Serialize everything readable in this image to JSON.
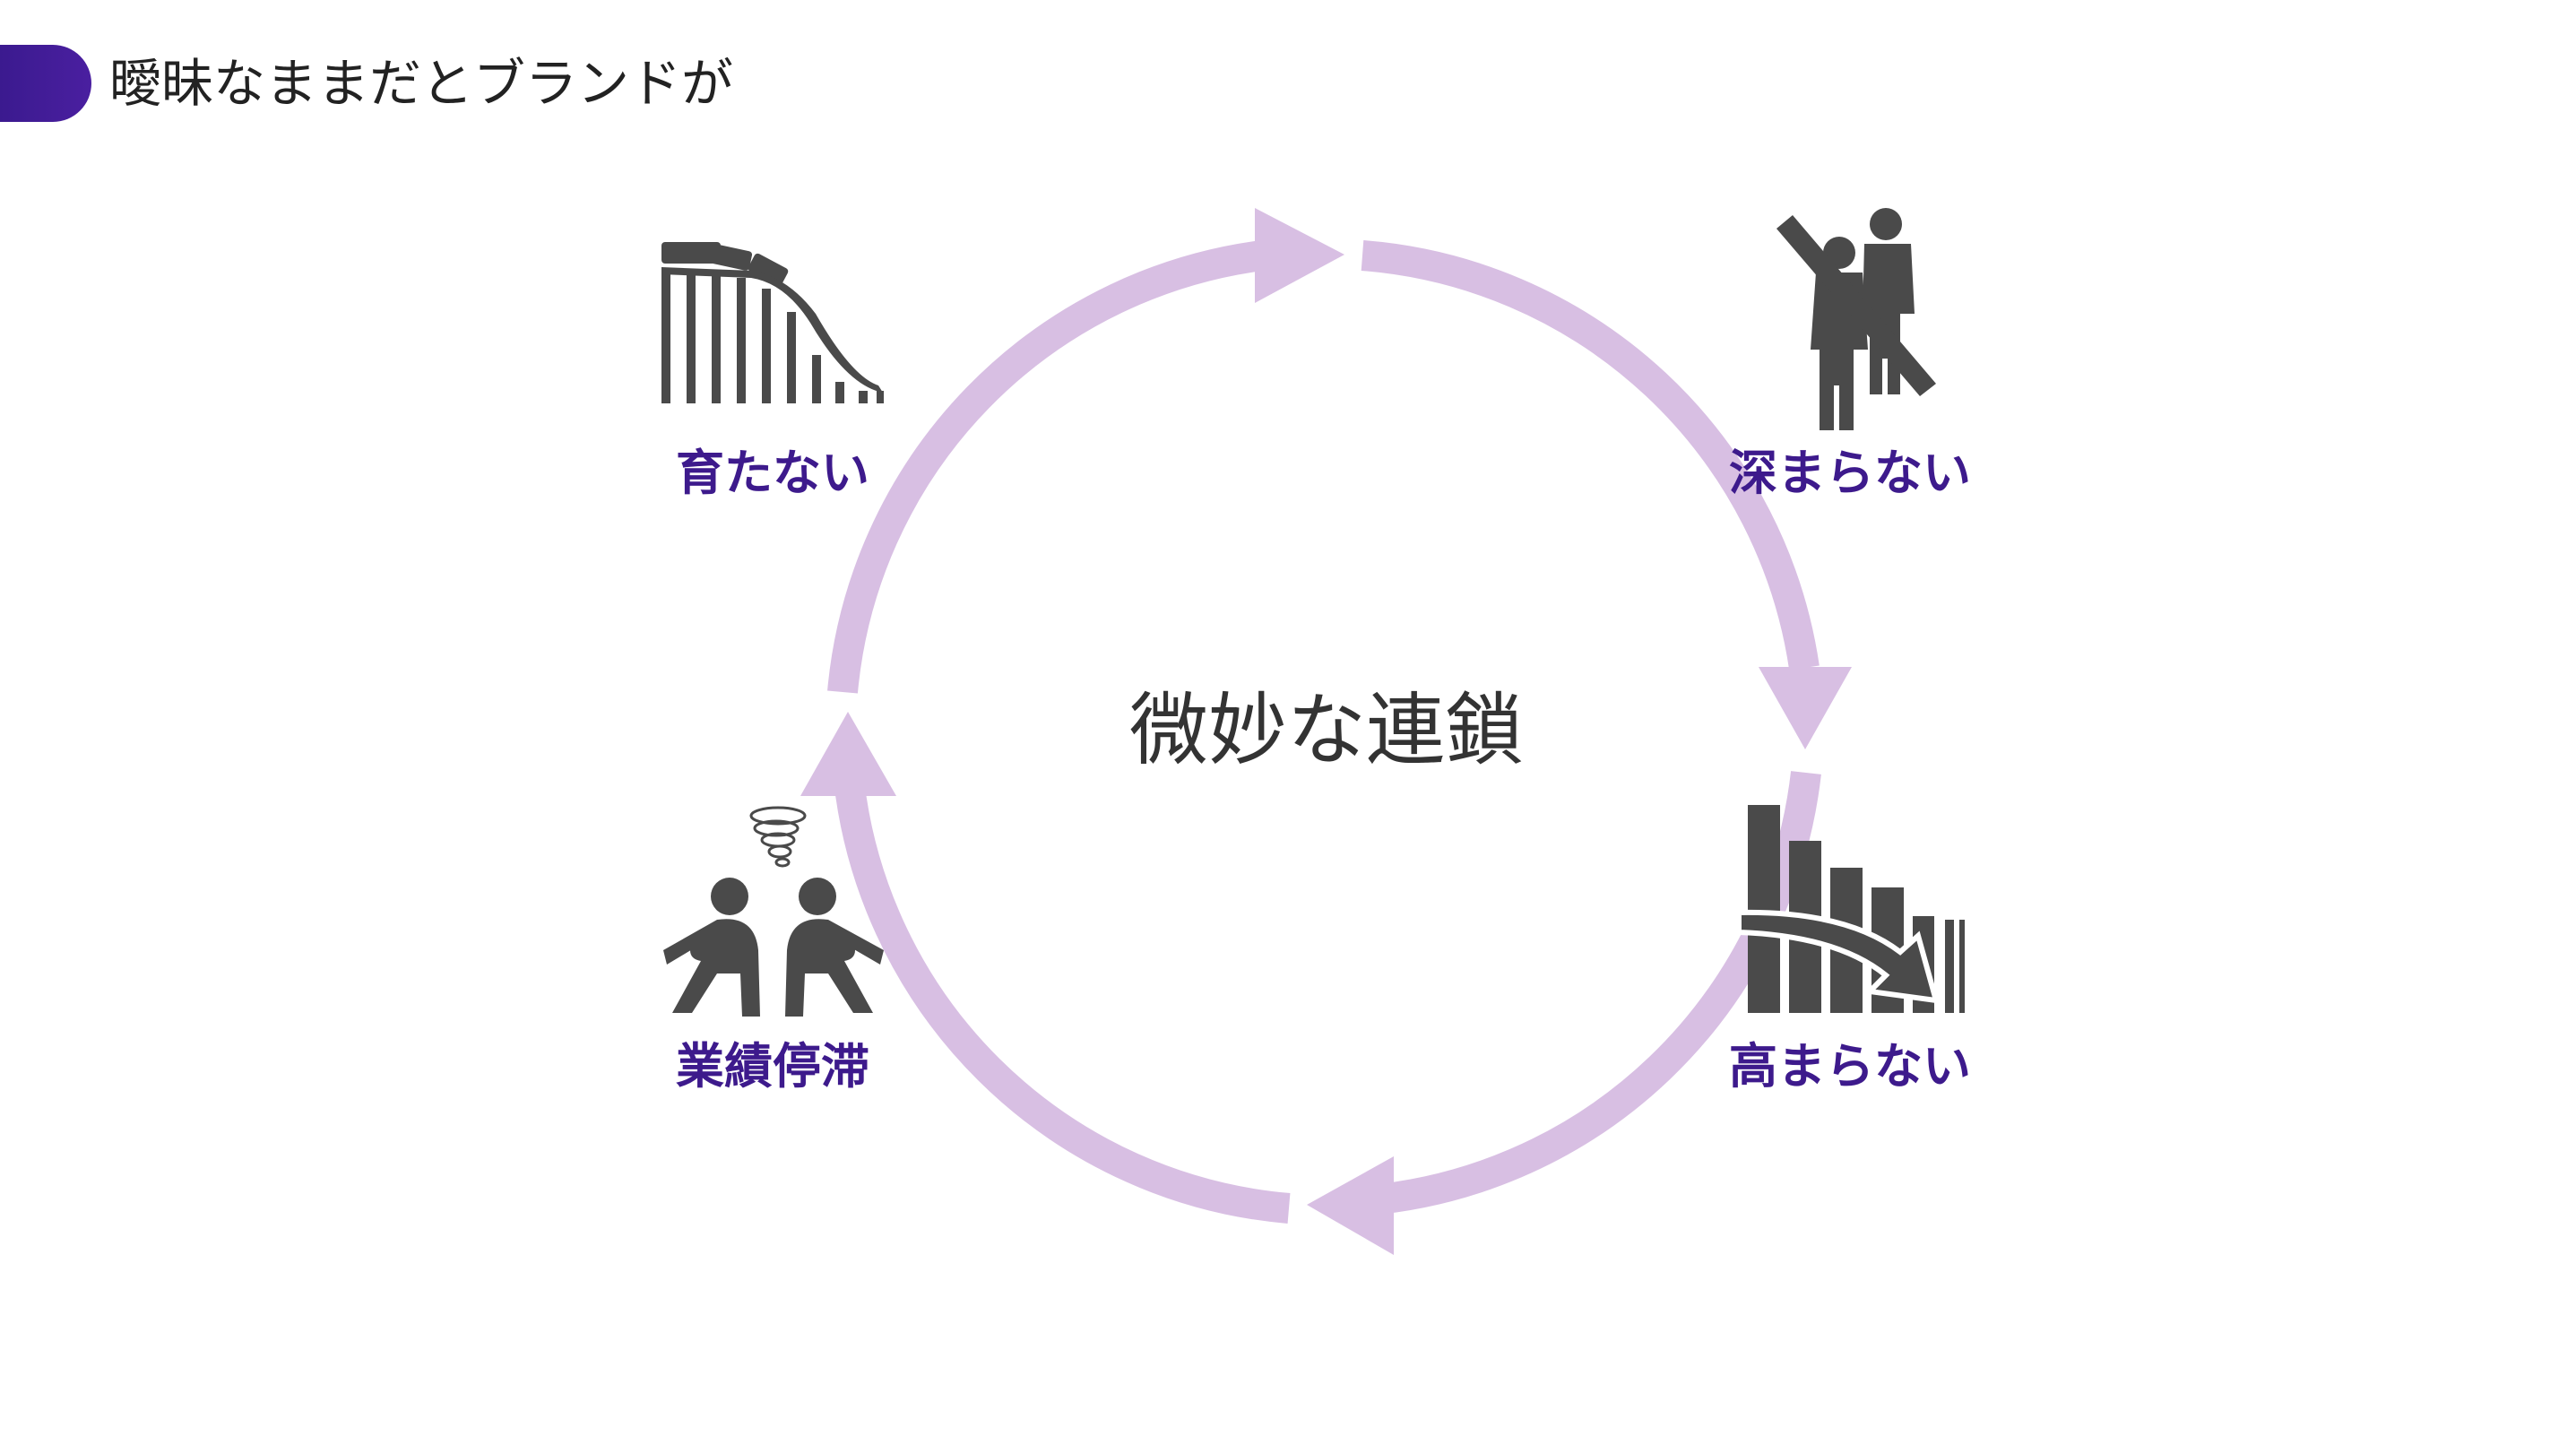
{
  "header": {
    "title": "曖昧なままだとブランドが"
  },
  "diagram": {
    "center_label": "微妙な連鎖",
    "nodes": [
      {
        "id": "grow",
        "label": "育たない",
        "icon": "roller-coaster-icon"
      },
      {
        "id": "deep",
        "label": "深まらない",
        "icon": "no-people-icon"
      },
      {
        "id": "high",
        "label": "高まらない",
        "icon": "declining-bar-chart-icon"
      },
      {
        "id": "stall",
        "label": "業績停滞",
        "icon": "sitting-people-icon"
      }
    ]
  },
  "colors": {
    "accent": "#4a1fa0",
    "label": "#3d1a8c",
    "ring": "#d8bfe3",
    "icon": "#4a4a4a",
    "text": "#222222"
  }
}
